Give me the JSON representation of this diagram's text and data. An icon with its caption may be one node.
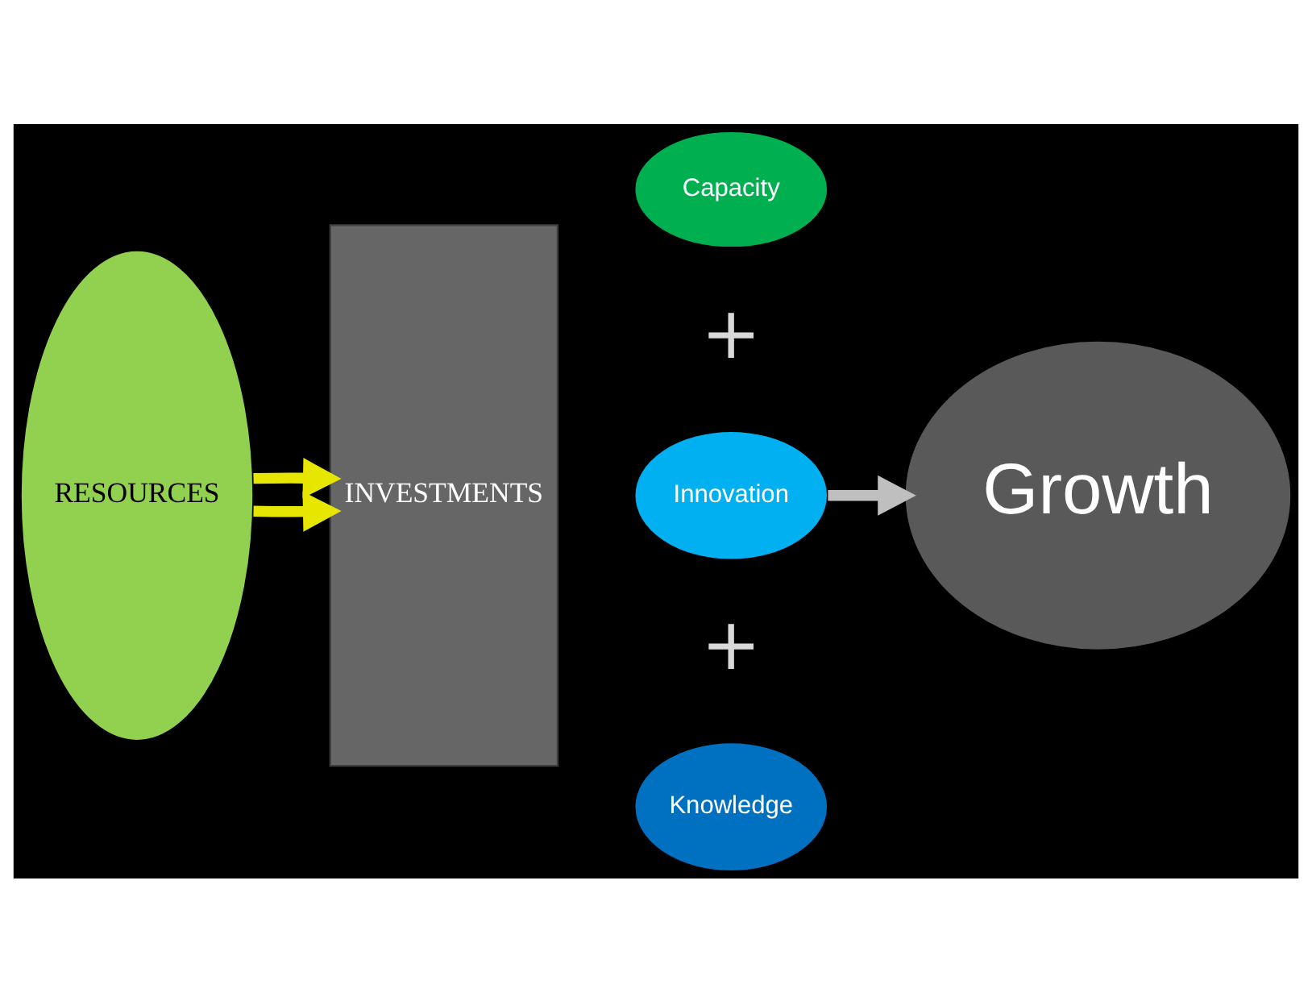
{
  "diagram": {
    "nodes": [
      {
        "text": [
          "RESOURCES"
        ]
      },
      {
        "text": [
          "INVESTMENTS"
        ]
      },
      {
        "text": [
          "Capacity"
        ]
      },
      {
        "text": [
          "Innovation"
        ]
      },
      {
        "text": [
          "Knowledge"
        ]
      },
      {
        "text": [
          "Growth"
        ]
      }
    ],
    "edges": [
      {
        "from": 0,
        "to": 1,
        "arrow": "to"
      },
      {
        "from": 0,
        "to": 1,
        "arrow": "to"
      },
      {
        "from": 3,
        "to": 5,
        "arrow": "to",
        "color": "#bfbfbf"
      }
    ],
    "labels": [
      "+",
      "+"
    ]
  }
}
